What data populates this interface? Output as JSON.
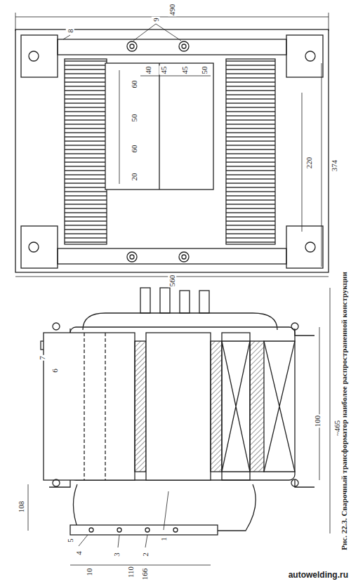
{
  "diagram": {
    "caption": "Рис. 22.3. Сварочный трансформатор наиболее распространенной конструкции",
    "labels": [
      "490",
      "8",
      "9",
      "60",
      "40",
      "45",
      "45",
      "50",
      "50",
      "60",
      "20",
      "220",
      "374",
      "560",
      "7",
      "6",
      "100",
      "~465",
      "108",
      "5",
      "4",
      "10",
      "3",
      "110",
      "2",
      "1",
      "166",
      "autowelding.ru"
    ]
  }
}
